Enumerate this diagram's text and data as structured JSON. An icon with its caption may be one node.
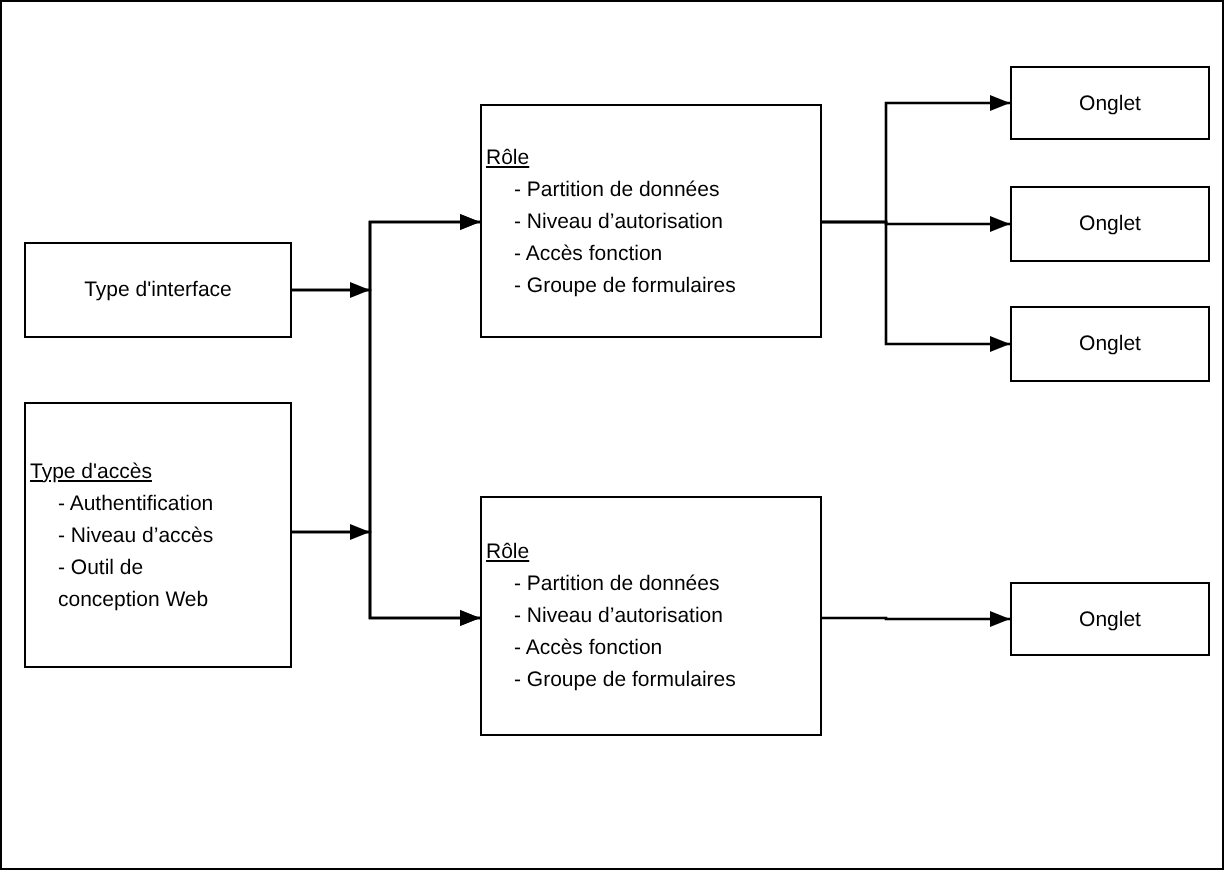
{
  "diagram": {
    "nodes": [
      {
        "text": [
          "Type d'interface"
        ]
      },
      {
        "text": [
          "Type d'accès",
          "- Authentification",
          "- Niveau d’accès",
          "- Outil de conception Web"
        ]
      },
      {
        "text": [
          "Rôle",
          "- Partition de données",
          "- Niveau d’autorisation",
          "- Accès fonction",
          "- Groupe de formulaires"
        ]
      },
      {
        "text": [
          "Rôle",
          "- Partition de données",
          "- Niveau d’autorisation",
          "- Accès fonction",
          "- Groupe de formulaires"
        ]
      },
      {
        "text": [
          "Onglet"
        ]
      },
      {
        "text": [
          "Onglet"
        ]
      },
      {
        "text": [
          "Onglet"
        ]
      },
      {
        "text": [
          "Onglet"
        ]
      }
    ],
    "edges": [
      {
        "from": 0,
        "to": 2,
        "arrow": "to"
      },
      {
        "from": 0,
        "to": 3,
        "arrow": "to"
      },
      {
        "from": 1,
        "to": 2,
        "arrow": "to"
      },
      {
        "from": 1,
        "to": 3,
        "arrow": "to"
      },
      {
        "from": 2,
        "to": 4,
        "arrow": "to"
      },
      {
        "from": 2,
        "to": 5,
        "arrow": "to"
      },
      {
        "from": 2,
        "to": 6,
        "arrow": "to"
      },
      {
        "from": 3,
        "to": 7,
        "arrow": "to"
      }
    ]
  }
}
